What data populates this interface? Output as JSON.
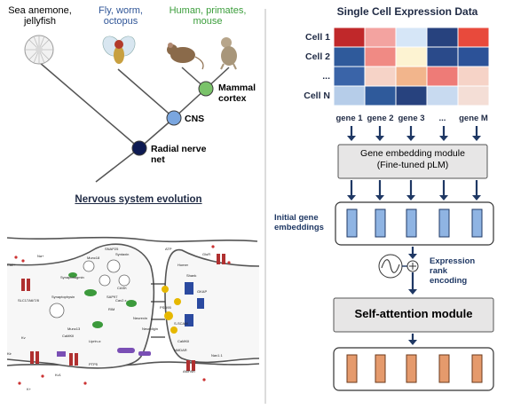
{
  "tree": {
    "groups": [
      {
        "label": "Sea anemone,\njellyfish",
        "color": "#111111"
      },
      {
        "label": "Fly, worm,\noctopus",
        "color": "#2f5597"
      },
      {
        "label": "Human, primates,\nmouse",
        "color": "#3a9d3a"
      }
    ],
    "nodes": [
      {
        "label": "Mammal\ncortex",
        "color": "#7ac36a"
      },
      {
        "label": "CNS",
        "color": "#7aa6df"
      },
      {
        "label": "Radial nerve\nnet",
        "color": "#0d1a52"
      }
    ],
    "title": "Nervous system evolution"
  },
  "synapse": {
    "labels": [
      "Munc18",
      "SNAP25",
      "Syntaxin",
      "Synaptotagmin",
      "Synaptophysin",
      "SLC17A6/7/8",
      "CaMKII",
      "Munc13",
      "Liprin-α",
      "RIM",
      "Neurexin",
      "Homer",
      "Shank",
      "CASK",
      "SAP97",
      "Neuroligin",
      "CaMKII",
      "Cav2.x",
      "Kv",
      "AMPAR",
      "NMDAR",
      "PSD95",
      "GKAP",
      "PTPδ",
      "Kir",
      "Na+",
      "K+",
      "Ca2+",
      "ATP",
      "GluR",
      "S-SCAM",
      "Nav1.1",
      "Kv1"
    ]
  },
  "expr": {
    "title": "Single Cell Expression Data",
    "cells": [
      "Cell 1",
      "Cell 2",
      "...",
      "Cell N"
    ],
    "genes": [
      "gene 1",
      "gene 2",
      "gene 3",
      "...",
      "gene M"
    ],
    "heatmap": [
      [
        "#c0282a",
        "#f3a3a0",
        "#d6e6f7",
        "#27427e",
        "#e84a3c"
      ],
      [
        "#2f5a9b",
        "#f08a84",
        "#fdf3d2",
        "#2a4a8a",
        "#2c5298"
      ],
      [
        "#3a64a8",
        "#f6d3c7",
        "#f2b58c",
        "#ee7b77",
        "#f6d3c7"
      ],
      [
        "#b6cde9",
        "#2f5a9b",
        "#27427e",
        "#c8daf0",
        "#f4ded6"
      ]
    ]
  },
  "modules": {
    "embedding": "Gene embedding  module\n(Fine-tuned pLM)",
    "initial_label": "Initial gene\nembeddings",
    "rank_label": "Expression\nrank\nencoding",
    "attention": "Self-attention module"
  },
  "colors": {
    "arrow": "#1f3864",
    "blue_token": "#8fb4e3",
    "orange_token": "#e59a6c",
    "module_fill": "#e7e6e6"
  }
}
